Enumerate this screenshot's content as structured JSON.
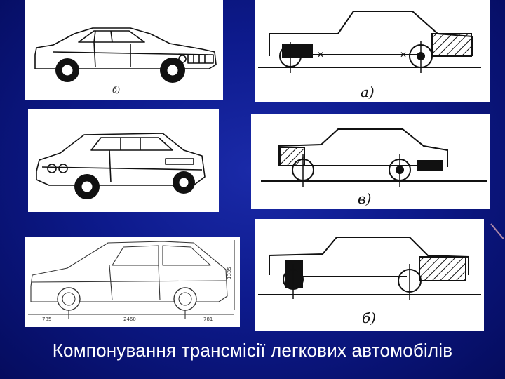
{
  "caption": "Компонування трансмісії легкових автомобілів",
  "labels": {
    "car1": "б)",
    "diagram_top": "а)",
    "diagram_middle": "в)",
    "diagram_bottom": "б)"
  },
  "dimensions": {
    "front_overhang": "785",
    "wheelbase": "2460",
    "rear_overhang": "781",
    "height": "1335"
  },
  "colors": {
    "background": "#0d1a8c",
    "panel": "#ffffff",
    "ink": "#111111",
    "caption_text": "#ffffff"
  }
}
